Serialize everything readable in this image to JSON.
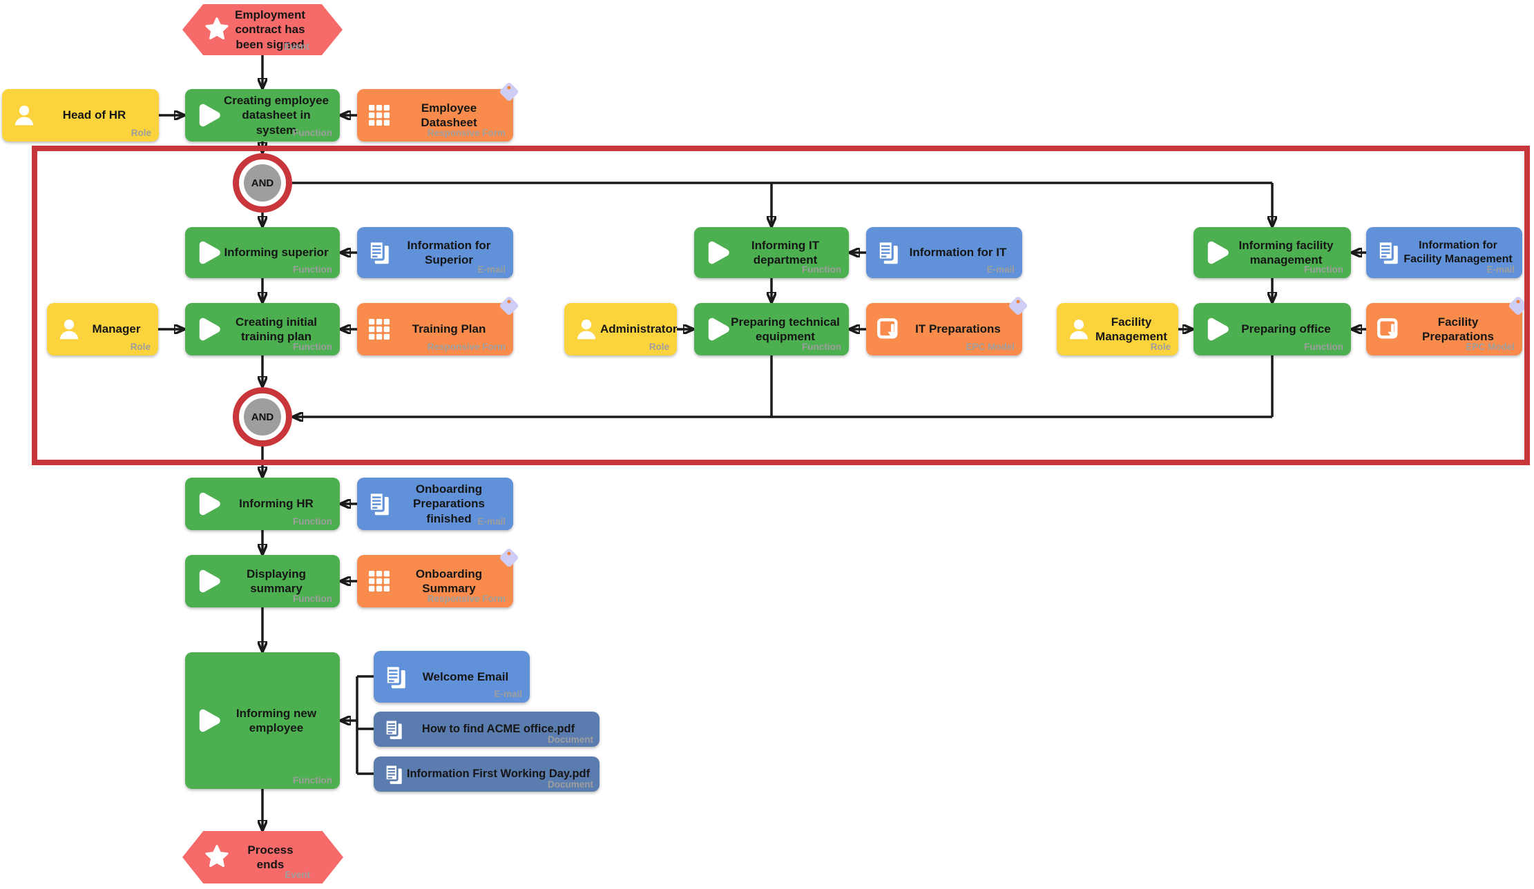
{
  "colors": {
    "function": "#4caf50",
    "role": "#fbd33c",
    "email": "#6191d8",
    "document": "#5b7cae",
    "responsive_form": "#f98c4d",
    "event": "#f66a6a",
    "gateway_fill": "#9e9e9e",
    "gateway_ring": "#c8353a",
    "highlight_border": "#c8353a",
    "connector": "#1a1a1a"
  },
  "gateways": {
    "split": {
      "label": "AND"
    },
    "join": {
      "label": "AND"
    }
  },
  "nodes": {
    "start_event": {
      "label": "Employment contract has been signed",
      "type": "Event"
    },
    "head_of_hr": {
      "label": "Head of HR",
      "type": "Role"
    },
    "creating_datasheet": {
      "label": "Creating employee datasheet in system",
      "type": "Function"
    },
    "employee_datasheet": {
      "label": "Employee Datasheet",
      "type": "Responsive Form"
    },
    "informing_superior": {
      "label": "Informing superior",
      "type": "Function"
    },
    "info_for_superior": {
      "label": "Information for Superior",
      "type": "E-mail"
    },
    "manager": {
      "label": "Manager",
      "type": "Role"
    },
    "creating_training_plan": {
      "label": "Creating initial training plan",
      "type": "Function"
    },
    "training_plan": {
      "label": "Training Plan",
      "type": "Responsive Form"
    },
    "informing_it": {
      "label": "Informing IT department",
      "type": "Function"
    },
    "info_for_it": {
      "label": "Information for IT",
      "type": "E-mail"
    },
    "administrator": {
      "label": "Administrator",
      "type": "Role"
    },
    "preparing_equipment": {
      "label": "Preparing technical equipment",
      "type": "Function"
    },
    "it_preparations": {
      "label": "IT Preparations",
      "type": "EPC Model"
    },
    "informing_facility": {
      "label": "Informing facility management",
      "type": "Function"
    },
    "info_for_facility": {
      "label": "Information for Facility Management",
      "type": "E-mail"
    },
    "facility_management": {
      "label": "Facility Management",
      "type": "Role"
    },
    "preparing_office": {
      "label": "Preparing office",
      "type": "Function"
    },
    "facility_preparations": {
      "label": "Facility Preparations",
      "type": "EPC Model"
    },
    "informing_hr": {
      "label": "Informing HR",
      "type": "Function"
    },
    "onboarding_prep_finished": {
      "label": "Onboarding Preparations finished",
      "type": "E-mail"
    },
    "displaying_summary": {
      "label": "Displaying summary",
      "type": "Function"
    },
    "onboarding_summary": {
      "label": "Onboarding Summary",
      "type": "Responsive Form"
    },
    "informing_new_employee": {
      "label": "Informing new employee",
      "type": "Function"
    },
    "welcome_email": {
      "label": "Welcome Email",
      "type": "E-mail"
    },
    "acme_office_pdf": {
      "label": "How to find ACME office.pdf",
      "type": "Document"
    },
    "first_working_day_pdf": {
      "label": "Information First Working Day.pdf",
      "type": "Document"
    },
    "end_event": {
      "label": "Process ends",
      "type": "Event"
    }
  }
}
